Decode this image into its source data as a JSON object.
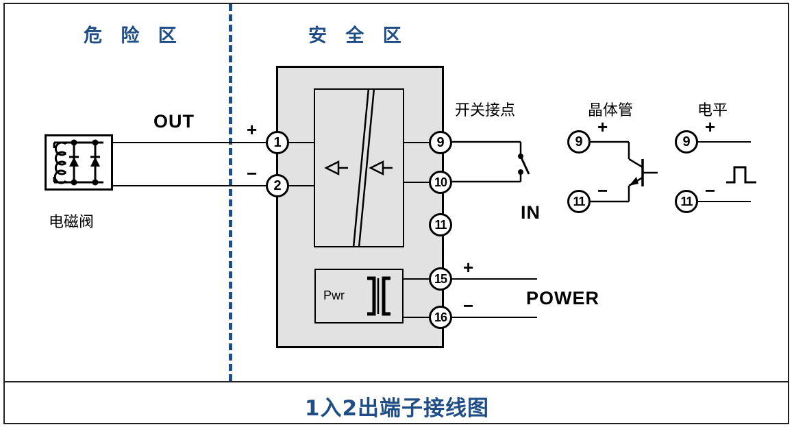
{
  "diagram": {
    "caption": "1入2出端子接线图",
    "zones": {
      "hazardous": "危 险 区",
      "safe": "安 全 区"
    },
    "colors": {
      "zone_text": "#1f4e87",
      "divider": "#1f4e87",
      "caption": "#1f4e87",
      "module_fill": "#e2e2e2",
      "line": "#000000",
      "frame": "#231f20"
    },
    "field_device": {
      "label": "电磁阀",
      "symbol": "solenoid-valve-with-diodes"
    },
    "signal_labels": {
      "out": "OUT",
      "in": "IN",
      "power": "POWER"
    },
    "module": {
      "channel_symbol": "isolation-barrier",
      "power_block_label": "Pwr",
      "left_terminals": [
        {
          "number": "1",
          "sign": "+"
        },
        {
          "number": "2",
          "sign": "−"
        }
      ],
      "right_terminals": [
        {
          "number": "9",
          "sign": ""
        },
        {
          "number": "10",
          "sign": ""
        },
        {
          "number": "11",
          "sign": ""
        }
      ],
      "power_terminals": [
        {
          "number": "15",
          "sign": "+"
        },
        {
          "number": "16",
          "sign": "−"
        }
      ]
    },
    "output_options": [
      {
        "title": "开关接点",
        "symbol": "switch-contact",
        "terminals": [
          {
            "number": "9",
            "sign": ""
          },
          {
            "number": "10",
            "sign": ""
          }
        ]
      },
      {
        "title": "晶体管",
        "symbol": "npn-transistor",
        "terminals": [
          {
            "number": "9",
            "sign": "+"
          },
          {
            "number": "11",
            "sign": "−"
          }
        ]
      },
      {
        "title": "电平",
        "symbol": "pulse-level",
        "terminals": [
          {
            "number": "9",
            "sign": "+"
          },
          {
            "number": "11",
            "sign": "−"
          }
        ]
      }
    ]
  }
}
